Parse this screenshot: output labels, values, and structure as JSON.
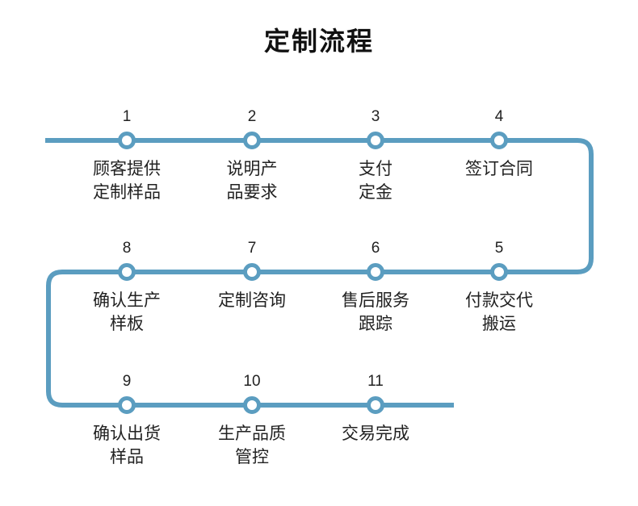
{
  "title": "定制流程",
  "colors": {
    "line": "#5b9dc0",
    "node_fill": "#ffffff",
    "text": "#222222"
  },
  "steps": [
    {
      "num": "1",
      "lines": [
        "顾客提供",
        "定制样品"
      ]
    },
    {
      "num": "2",
      "lines": [
        "说明产",
        "品要求"
      ]
    },
    {
      "num": "3",
      "lines": [
        "支付",
        "定金"
      ]
    },
    {
      "num": "4",
      "lines": [
        "签订合同"
      ]
    },
    {
      "num": "5",
      "lines": [
        "付款交代",
        "搬运"
      ]
    },
    {
      "num": "6",
      "lines": [
        "售后服务",
        "跟踪"
      ]
    },
    {
      "num": "7",
      "lines": [
        "定制咨询"
      ]
    },
    {
      "num": "8",
      "lines": [
        "确认生产",
        "样板"
      ]
    },
    {
      "num": "9",
      "lines": [
        "确认出货",
        "样品"
      ]
    },
    {
      "num": "10",
      "lines": [
        "生产品质",
        "管控"
      ]
    },
    {
      "num": "11",
      "lines": [
        "交易完成"
      ]
    }
  ]
}
